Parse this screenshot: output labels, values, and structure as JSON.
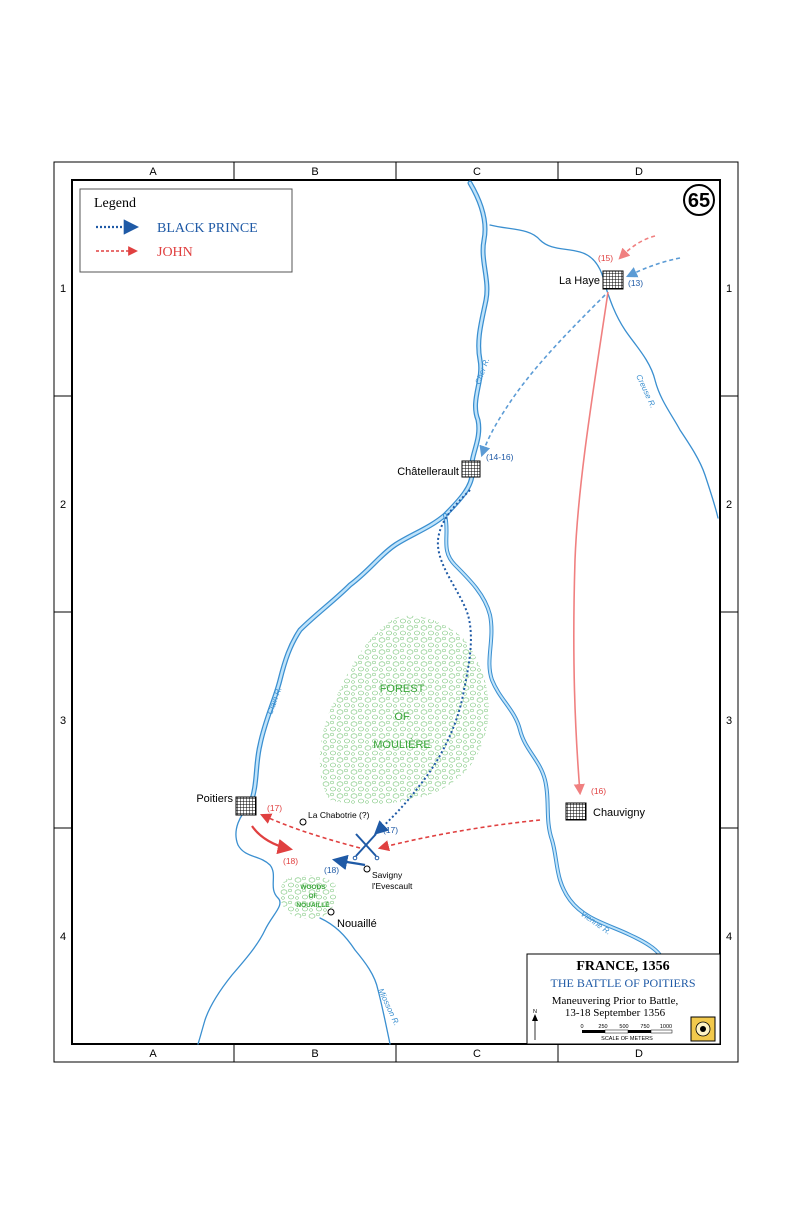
{
  "map_number": "65",
  "grid": {
    "columns": [
      "A",
      "B",
      "C",
      "D"
    ],
    "rows": [
      "1",
      "2",
      "3",
      "4"
    ]
  },
  "legend": {
    "title": "Legend",
    "items": [
      {
        "label": "BLACK PRINCE",
        "color": "#1f5aa6",
        "style": "dotted-arrow"
      },
      {
        "label": "JOHN",
        "color": "#e04040",
        "style": "dashed-arrow"
      }
    ]
  },
  "places": {
    "la_haye": "La Haye",
    "chatellerault": "Châtellerault",
    "chauvigny": "Chauvigny",
    "poitiers": "Poitiers",
    "la_chabotrie": "La Chabotrie (?)",
    "savigny_1": "Savigny",
    "savigny_2": "l'Evescault",
    "nouaille": "Nouaillé"
  },
  "rivers": {
    "cher": "Cher R.",
    "creuse": "Creuse R.",
    "clain": "Clain R.",
    "vienne": "Vienne R.",
    "miosson": "Miosson R."
  },
  "forest": {
    "line1": "FOREST",
    "line2": "OF",
    "line3": "MOULIÈRE"
  },
  "woods": {
    "line1": "WOODS",
    "line2": "OF",
    "line3": "NOUAILLÉ"
  },
  "movement_labels": {
    "n15": "(15)",
    "n13": "(13)",
    "n14_16": "(14-16)",
    "n16": "(16)",
    "n17_red": "(17)",
    "n17_blue": "(17)",
    "n18_red": "(18)",
    "n18_blue": "(18)"
  },
  "title_block": {
    "title": "FRANCE, 1356",
    "subtitle": "THE BATTLE OF POITIERS",
    "desc1": "Maneuvering Prior to Battle,",
    "desc2": "13-18 September 1356",
    "scale_ticks": [
      "0",
      "250",
      "500",
      "750",
      "1000"
    ],
    "scale_label": "SCALE OF METERS",
    "north": "N"
  },
  "colors": {
    "river": "#3a8fd0",
    "river_fill": "#a8d4f2",
    "black_prince": "#1f5aa6",
    "john": "#e04040",
    "forest": "#3aa63a"
  }
}
